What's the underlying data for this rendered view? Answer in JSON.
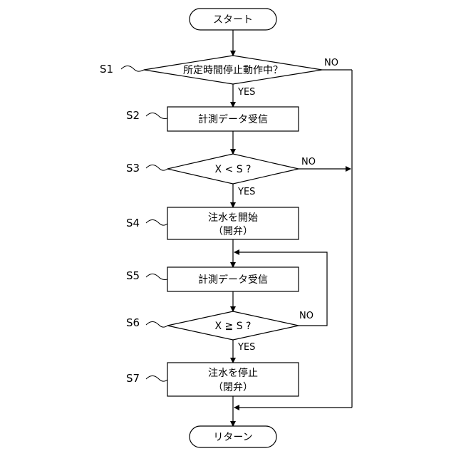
{
  "start": "スタート",
  "end": "リターン",
  "steps": [
    {
      "id": "S1",
      "text": "所定時間停止動作中？",
      "yes": "YES",
      "no": "NO"
    },
    {
      "id": "S2",
      "text": "計測データ受信"
    },
    {
      "id": "S3",
      "text": "X < S ?",
      "yes": "YES",
      "no": "NO"
    },
    {
      "id": "S4",
      "line1": "注水を開始",
      "line2": "（開弁）"
    },
    {
      "id": "S5",
      "text": "計測データ受信"
    },
    {
      "id": "S6",
      "text": "X ≧ S ?",
      "yes": "YES",
      "no": "NO"
    },
    {
      "id": "S7",
      "line1": "注水を停止",
      "line2": "（閉弁）"
    }
  ]
}
